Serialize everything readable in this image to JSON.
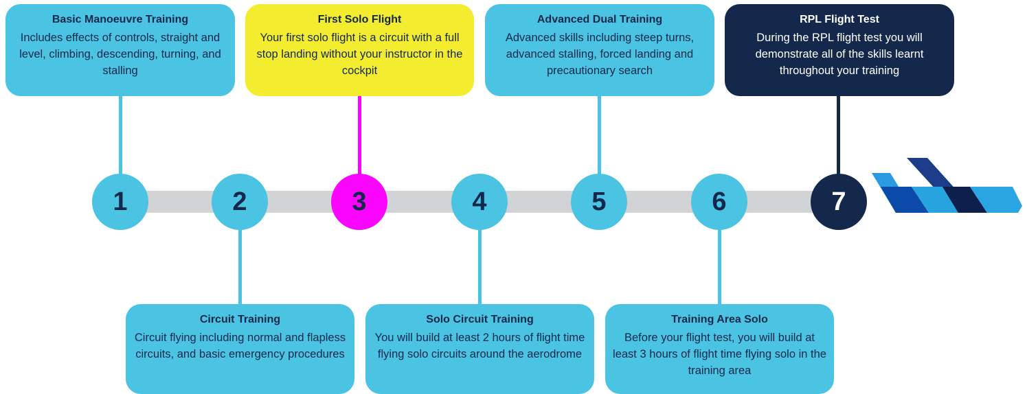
{
  "colors": {
    "cyan": "#4bc3e2",
    "yellow": "#f4ec2f",
    "magenta": "#fa06ff",
    "navy": "#13284b",
    "track": "#d1d3d5"
  },
  "steps": [
    {
      "number": "1",
      "title": "Basic Manoeuvre Training",
      "description": "Includes effects of controls, straight and level, climbing, descending, turning, and stalling"
    },
    {
      "number": "2",
      "title": "Circuit Training",
      "description": "Circuit flying including normal and flapless circuits, and basic emergency procedures"
    },
    {
      "number": "3",
      "title": "First Solo Flight",
      "description": "Your first solo flight is a circuit with a full stop landing without your instructor in the cockpit"
    },
    {
      "number": "4",
      "title": "Solo Circuit Training",
      "description": "You will build at least 2 hours of flight time flying solo circuits around the aerodrome"
    },
    {
      "number": "5",
      "title": "Advanced Dual Training",
      "description": "Advanced skills including steep turns, advanced stalling, forced landing and precautionary search"
    },
    {
      "number": "6",
      "title": "Training Area Solo",
      "description": "Before your flight test, you will build at least 3 hours of flight time flying solo in the training area"
    },
    {
      "number": "7",
      "title": "RPL Flight Test",
      "description": "During the RPL flight test you will demonstrate all of the skills learnt throughout your training"
    }
  ],
  "logo": {
    "icon": "wing-stripes-logo"
  }
}
